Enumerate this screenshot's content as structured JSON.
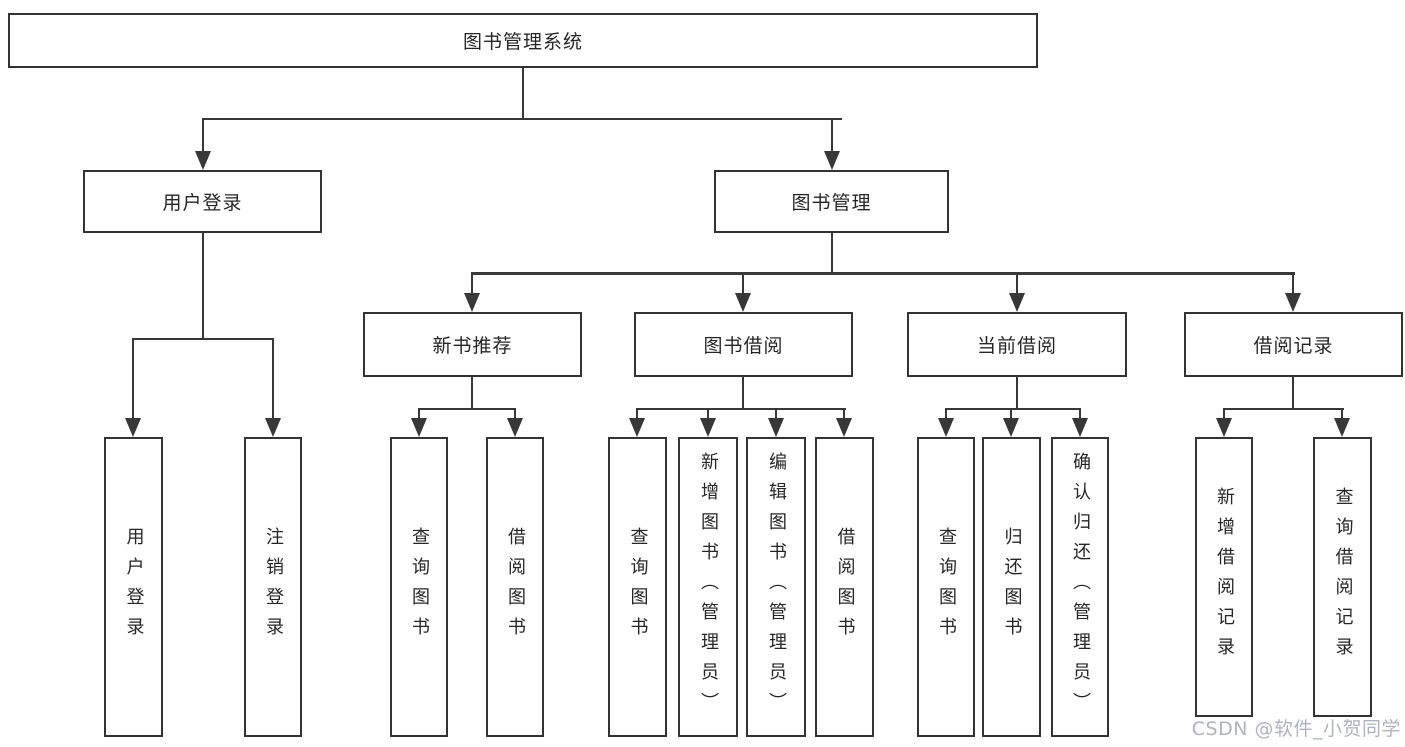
{
  "tree": {
    "root": {
      "label": "图书管理系统"
    },
    "branches": [
      {
        "label": "用户登录",
        "children": [
          {
            "label": "用户登录"
          },
          {
            "label": "注销登录"
          }
        ]
      },
      {
        "label": "图书管理",
        "sections": [
          {
            "label": "新书推荐",
            "children": [
              {
                "label": "查询图书"
              },
              {
                "label": "借阅图书"
              }
            ]
          },
          {
            "label": "图书借阅",
            "children": [
              {
                "label": "查询图书"
              },
              {
                "label": "新增图书（管理员）"
              },
              {
                "label": "编辑图书（管理员）"
              },
              {
                "label": "借阅图书"
              }
            ]
          },
          {
            "label": "当前借阅",
            "children": [
              {
                "label": "查询图书"
              },
              {
                "label": "归还图书"
              },
              {
                "label": "确认归还（管理员）"
              }
            ]
          },
          {
            "label": "借阅记录",
            "children": [
              {
                "label": "新增借阅记录"
              },
              {
                "label": "查询借阅记录"
              }
            ]
          }
        ]
      }
    ]
  },
  "watermark": {
    "text": "CSDN @软件_小贺同学"
  },
  "colors": {
    "line": "#383838",
    "border": "#333333",
    "text": "#262626",
    "watermark": "#aeb4bd",
    "background": "#ffffff"
  }
}
